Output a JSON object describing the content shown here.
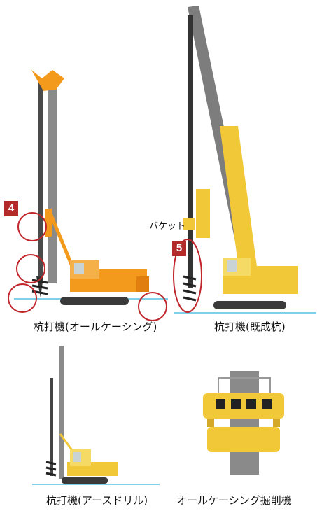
{
  "captions": {
    "machine1": "杭打機(オールケーシング)",
    "machine2": "杭打機(既成杭)",
    "machine3": "杭打機(アースドリル)",
    "machine4": "オールケーシング掘削機"
  },
  "markers": {
    "m4": "4",
    "m5": "5"
  },
  "callouts": {
    "bucket": "バケット"
  },
  "colors": {
    "accent_marker": "#b22a2a",
    "highlight_circle": "#c0262c",
    "machine_orange": "#f39a1c",
    "machine_yellow": "#f1c838",
    "ground_line": "#7fd0e8"
  }
}
